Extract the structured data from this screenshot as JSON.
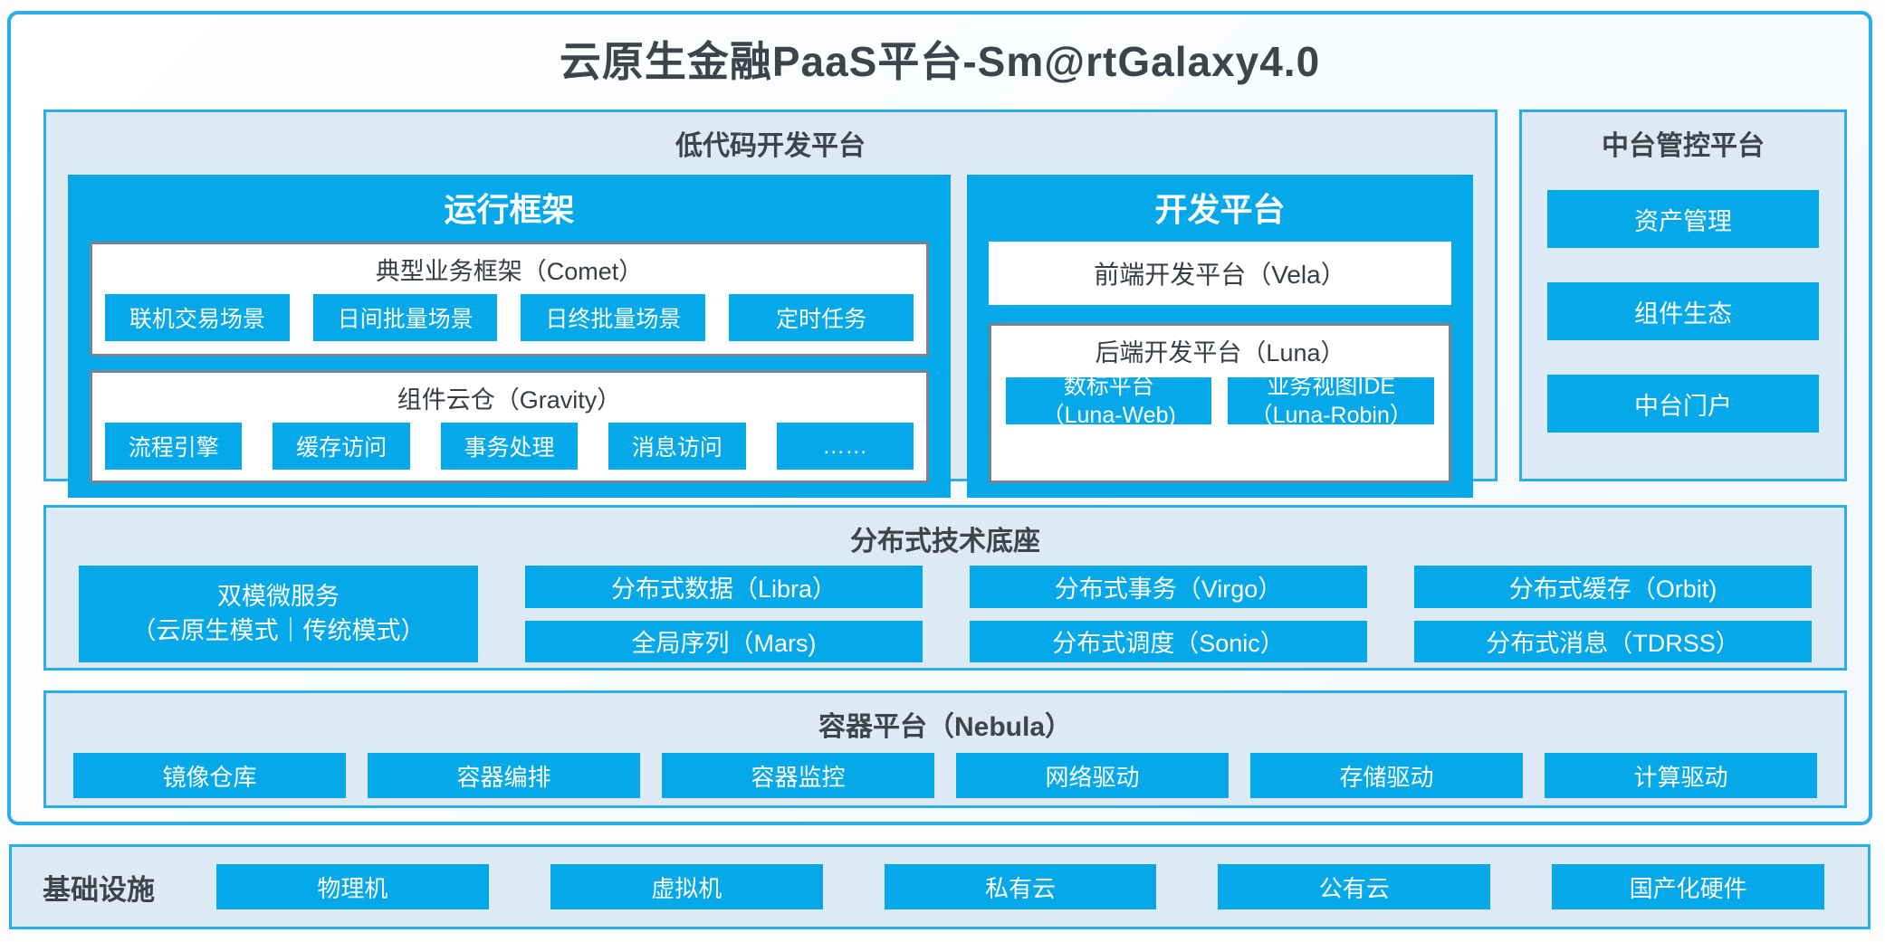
{
  "title": "云原生金融PaaS平台-Sm@rtGalaxy4.0",
  "colors": {
    "accent": "#05a8e8",
    "panel_background": "#dde9f5",
    "panel_border": "#2aade9",
    "inner_box_border": "#7b848e",
    "dark_text": "#3d444c"
  },
  "low_code": {
    "title": "低代码开发平台",
    "runtime": {
      "title": "运行框架",
      "comet": {
        "title": "典型业务框架（Comet）",
        "chips": [
          "联机交易场景",
          "日间批量场景",
          "日终批量场景",
          "定时任务"
        ]
      },
      "gravity": {
        "title": "组件云仓（Gravity）",
        "chips": [
          "流程引擎",
          "缓存访问",
          "事务处理",
          "消息访问",
          "……"
        ]
      }
    },
    "dev": {
      "title": "开发平台",
      "vela": "前端开发平台（Vela）",
      "luna": {
        "title": "后端开发平台（Luna）",
        "chips": [
          {
            "line1": "数标平台",
            "line2": "（Luna-Web)"
          },
          {
            "line1": "业务视图IDE",
            "line2": "（Luna-Robin）"
          }
        ]
      }
    }
  },
  "mid_platform": {
    "title": "中台管控平台",
    "buttons": [
      "资产管理",
      "组件生态",
      "中台门户"
    ]
  },
  "distributed": {
    "title": "分布式技术底座",
    "dual_block": {
      "line1": "双模微服务",
      "line2": "（云原生模式｜传统模式）"
    },
    "row1": [
      "分布式数据（Libra）",
      "分布式事务（Virgo）",
      "分布式缓存（Orbit)"
    ],
    "row2": [
      "全局序列（Mars)",
      "分布式调度（Sonic）",
      "分布式消息（TDRSS）"
    ]
  },
  "container_platform": {
    "title": "容器平台（Nebula）",
    "chips": [
      "镜像仓库",
      "容器编排",
      "容器监控",
      "网络驱动",
      "存储驱动",
      "计算驱动"
    ]
  },
  "infrastructure": {
    "title": "基础设施",
    "chips": [
      "物理机",
      "虚拟机",
      "私有云",
      "公有云",
      "国产化硬件"
    ]
  }
}
